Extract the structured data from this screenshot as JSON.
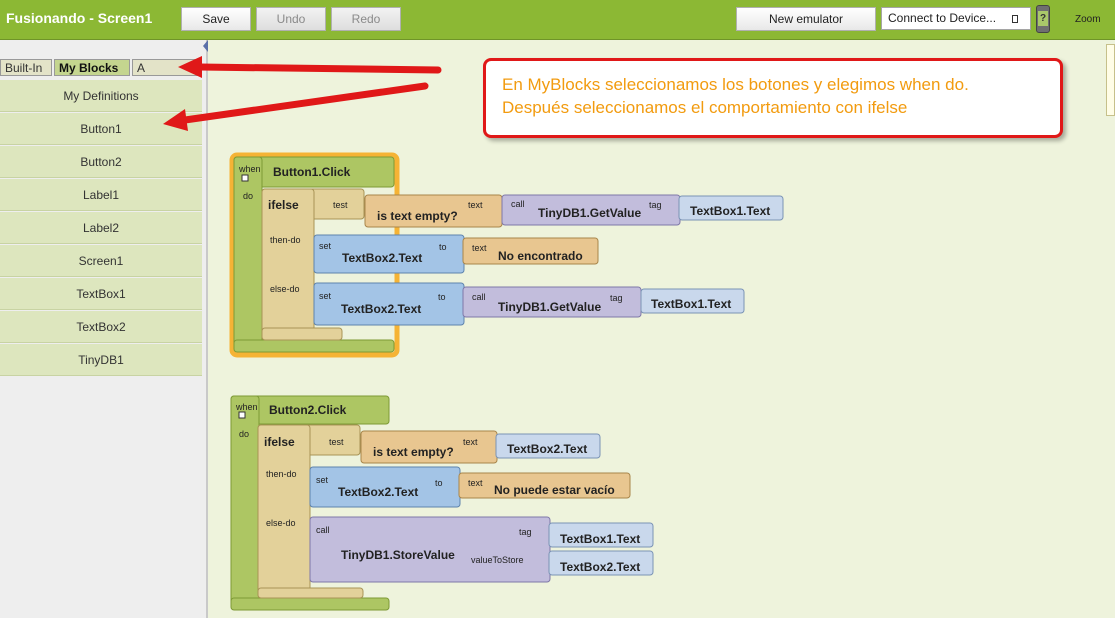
{
  "toolbar": {
    "app_title": "Fusionando - Screen1",
    "save_label": "Save",
    "undo_label": "Undo",
    "redo_label": "Redo",
    "new_emulator_label": "New emulator",
    "connect_label": "Connect to Device...",
    "phone_badge": "?",
    "zoom_label": "Zoom"
  },
  "sidebar": {
    "tabs": [
      {
        "label": "Built-In"
      },
      {
        "label": "My Blocks"
      },
      {
        "label": "A"
      }
    ],
    "items": [
      {
        "label": "My Definitions"
      },
      {
        "label": "Button1"
      },
      {
        "label": "Button2"
      },
      {
        "label": "Label1"
      },
      {
        "label": "Label2"
      },
      {
        "label": "Screen1"
      },
      {
        "label": "TextBox1"
      },
      {
        "label": "TextBox2"
      },
      {
        "label": "TinyDB1"
      }
    ]
  },
  "callout": {
    "line1": "En MyBlocks seleccionamos los botones y elegimos when do.",
    "line2": "Después seleccionamos el comportamiento con ifelse"
  },
  "colors": {
    "event": "#adc663",
    "control": "#e3d19a",
    "setter": "#a3c4e6",
    "call": "#c2bddc",
    "text": "#e8c690",
    "selected": "#f5b335",
    "arrow": "#e01818"
  },
  "block1": {
    "when": "when",
    "event": "Button1.Click",
    "do": "do",
    "ifelse": "ifelse",
    "test": "test",
    "then_do": "then-do",
    "else_do": "else-do",
    "is_text_empty": "is text empty?",
    "text_slot": "text",
    "call": "call",
    "getvalue": "TinyDB1.GetValue",
    "tag": "tag",
    "textbox1_text": "TextBox1.Text",
    "set": "set",
    "to": "to",
    "textbox2_text": "TextBox2.Text",
    "text_word": "text",
    "no_encontrado": "No encontrado",
    "else_call": "call",
    "else_getvalue": "TinyDB1.GetValue",
    "else_tag": "tag",
    "else_textbox1": "TextBox1.Text"
  },
  "block2": {
    "when": "when",
    "event": "Button2.Click",
    "do": "do",
    "ifelse": "ifelse",
    "test": "test",
    "then_do": "then-do",
    "else_do": "else-do",
    "is_text_empty": "is text empty?",
    "text_slot": "text",
    "textbox2_text": "TextBox2.Text",
    "set": "set",
    "to": "to",
    "set_textbox2": "TextBox2.Text",
    "text_word": "text",
    "no_puede": "No puede estar vacío",
    "call": "call",
    "storevalue": "TinyDB1.StoreValue",
    "tag": "tag",
    "value_to_store": "valueToStore",
    "tag_textbox1": "TextBox1.Text",
    "value_textbox2": "TextBox2.Text"
  }
}
